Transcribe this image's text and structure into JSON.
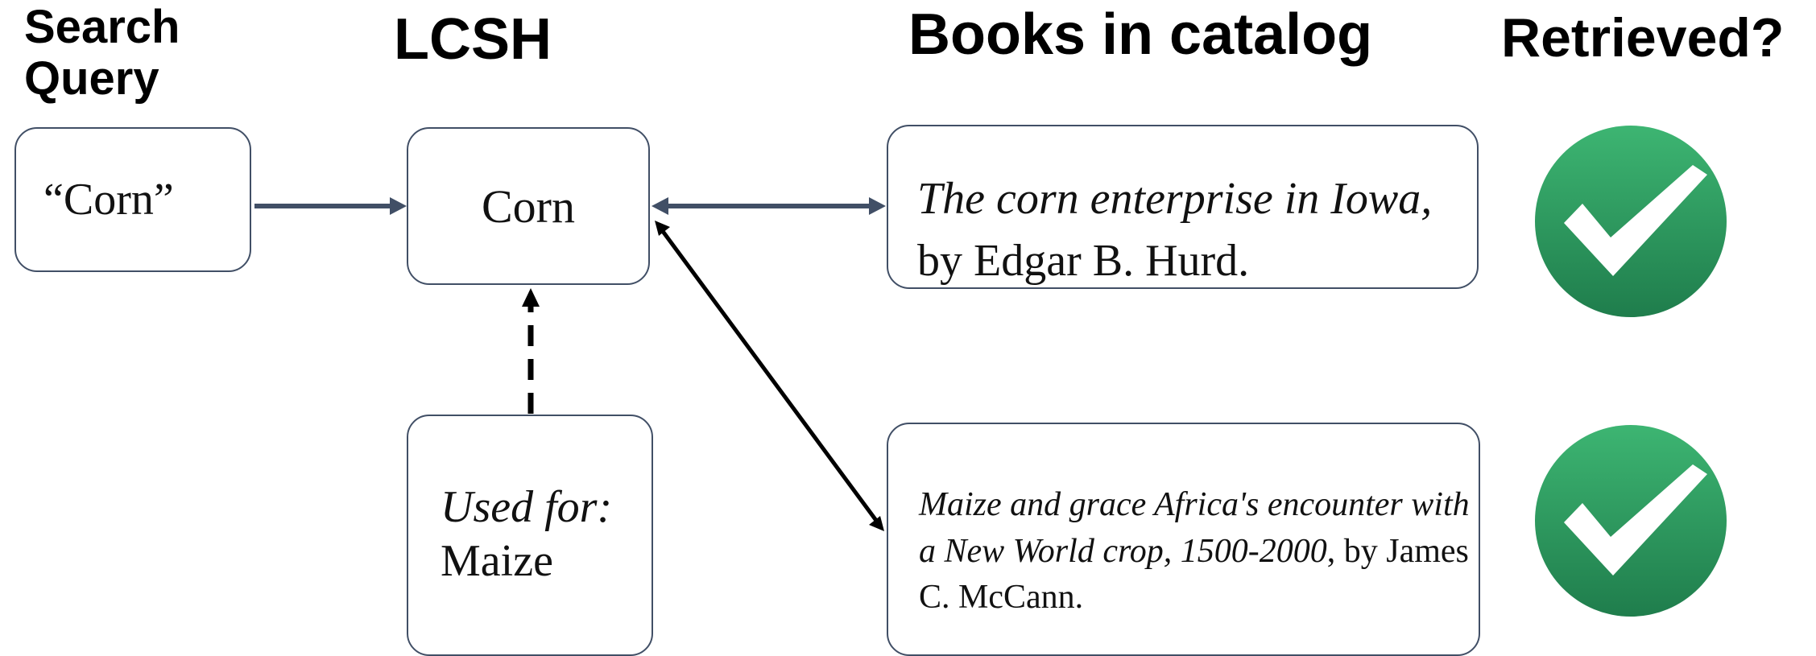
{
  "headers": {
    "search_query": "Search Query",
    "lcsh": "LCSH",
    "books": "Books in catalog",
    "retrieved": "Retrieved?"
  },
  "query_box": {
    "text": "“Corn”"
  },
  "lcsh_box": {
    "text": "Corn"
  },
  "used_for_box": {
    "label": "Used for:",
    "term": "Maize"
  },
  "books": [
    {
      "title": "The corn enterprise in Iowa,",
      "byline": " by Edgar B. Hurd."
    },
    {
      "title": "Maize and grace Africa's encounter with a New World crop, 1500-2000",
      "byline": ", by James C. McCann."
    }
  ],
  "retrieved": [
    {
      "icon": "check-icon",
      "status": true
    },
    {
      "icon": "check-icon",
      "status": true
    }
  ],
  "colors": {
    "box_border": "#414f66",
    "arrow_gray": "#414f66",
    "arrow_black": "#000000",
    "check_green_top": "#3db572",
    "check_green_bottom": "#1f7d4c"
  }
}
